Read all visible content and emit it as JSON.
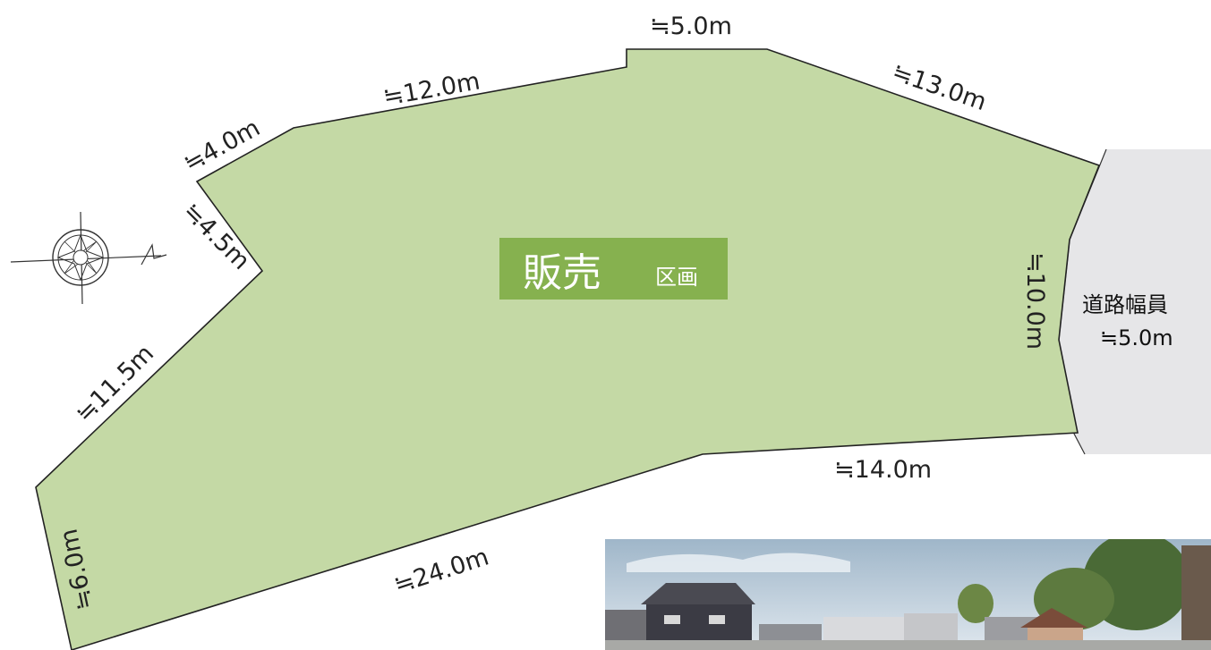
{
  "lot": {
    "badge_main": "販売",
    "badge_sub": "区画",
    "fill_color": "#c4d9a5",
    "badge_color": "#86b14f"
  },
  "road": {
    "label": "道路幅員",
    "width": "≒5.0m",
    "fill_color": "#e6e6e8"
  },
  "dimensions": {
    "top_step": "≒5.0m",
    "upper_left": "≒12.0m",
    "upper_right": "≒13.0m",
    "short_left": "≒4.0m",
    "notch_left": "≒4.5m",
    "mid_left": "≒11.5m",
    "road_frontage": "≒10.0m",
    "bottom_right": "≒14.0m",
    "bottom_left": "≒24.0m",
    "far_left": "≒6.0m"
  },
  "compass": {
    "icon": "north-arrow-compass-icon"
  },
  "photo": {
    "description_icon": "site-photo"
  }
}
